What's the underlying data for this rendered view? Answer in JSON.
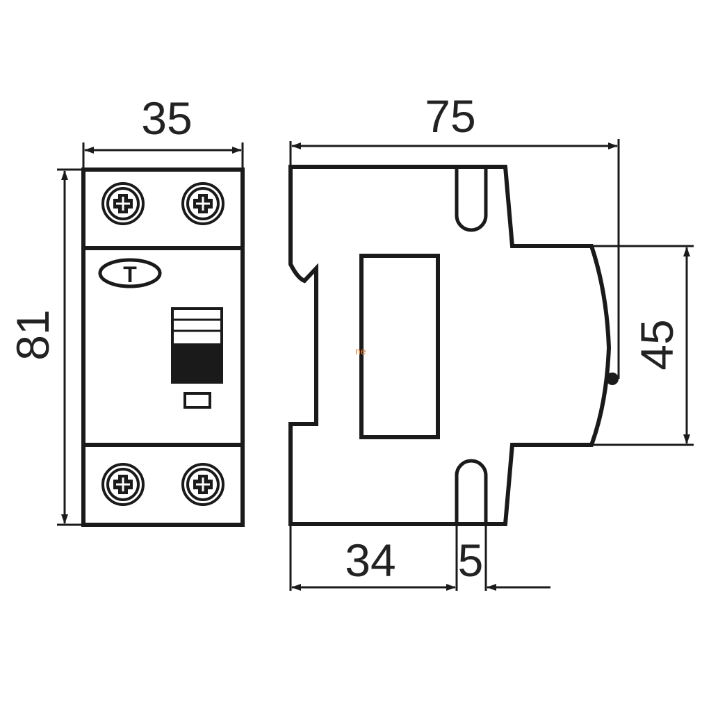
{
  "dimensions": {
    "front_width": "35",
    "front_height": "81",
    "side_depth": "75",
    "side_front_height": "45",
    "side_rail_offset": "34",
    "side_slot_width": "5"
  },
  "front_view": {
    "test_button_label": "T"
  },
  "watermark": {
    "text": "ne"
  },
  "colors": {
    "line": "#1a1a1a",
    "text": "#222222",
    "watermark": "#f08030",
    "background": "#ffffff"
  }
}
